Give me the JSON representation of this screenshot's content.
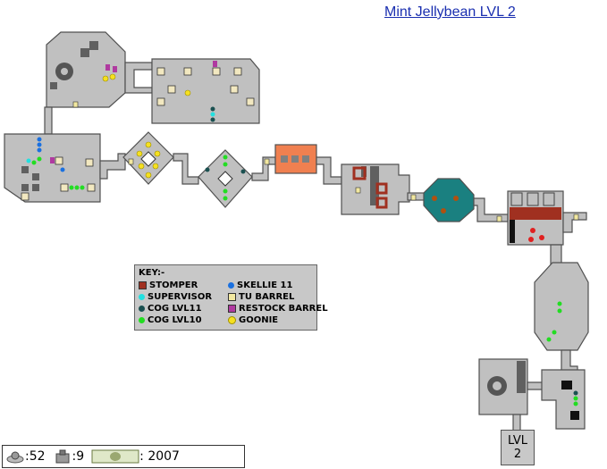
{
  "map": {
    "title": "Mint Jellybean LVL 2",
    "exit_label_line1": "LVL",
    "exit_label_line2": "2"
  },
  "legend": {
    "header": "KEY:-",
    "items": [
      {
        "label": "STOMPER",
        "color": "#a03020",
        "shape": "square"
      },
      {
        "label": "SUPERVISOR",
        "color": "#22e0e0",
        "shape": "dot"
      },
      {
        "label": "COG LVL11",
        "color": "#1a5050",
        "shape": "dot"
      },
      {
        "label": "COG LVL10",
        "color": "#22dd22",
        "shape": "dot"
      },
      {
        "label": "SKELLIE 11",
        "color": "#1a70e0",
        "shape": "dot"
      },
      {
        "label": "TU BARREL",
        "color": "#f2e8a0",
        "shape": "barrel"
      },
      {
        "label": "RESTOCK BARREL",
        "color": "#b03aa0",
        "shape": "barrel"
      },
      {
        "label": "GOONIE",
        "color": "#f5e020",
        "shape": "dot"
      }
    ]
  },
  "stats": {
    "cogs_count": ":52",
    "gear_count": ":9",
    "money": ": 2007"
  },
  "colors": {
    "floor": "#c0c0c0",
    "wall": "#505050",
    "stomper": "#a03020",
    "conveyor_room": "#f08050",
    "teal_room": "#1a8080"
  }
}
